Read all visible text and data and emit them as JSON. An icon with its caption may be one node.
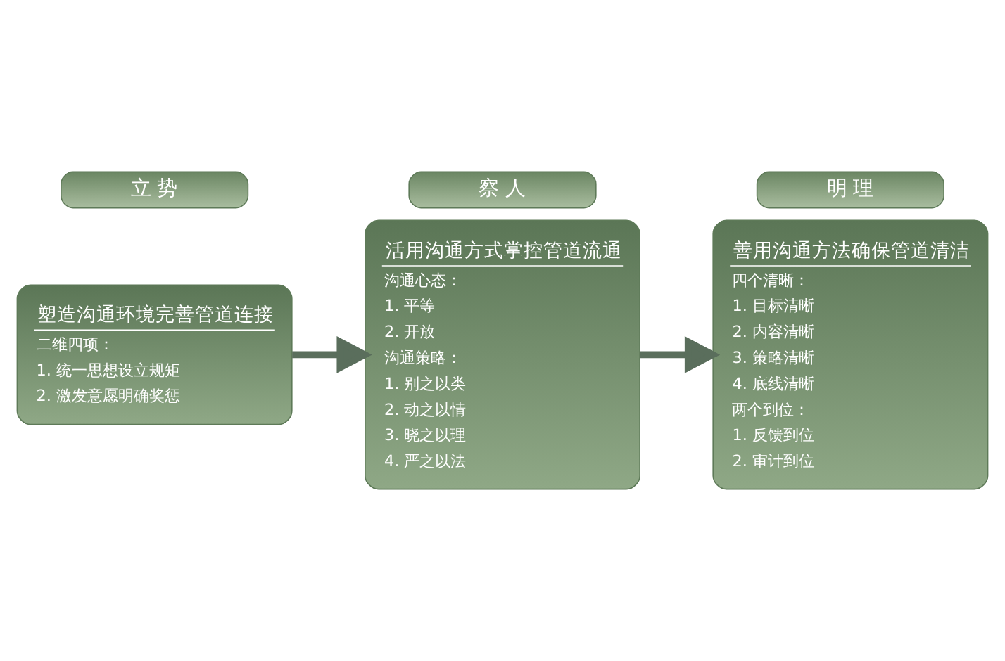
{
  "diagram": {
    "nodes": [
      {
        "text": [
          "立 势"
        ]
      },
      {
        "text": [
          "察 人"
        ]
      },
      {
        "text": [
          "明 理"
        ]
      },
      {
        "text": [
          "塑造沟通环境完善管道连接",
          "二维四项：",
          "1. 统一思想设立规矩",
          "2. 激发意愿明确奖惩"
        ]
      },
      {
        "text": [
          "活用沟通方式掌控管道流通",
          "沟通心态：",
          "1. 平等",
          "2. 开放",
          "沟通策略：",
          "1. 别之以类",
          "2. 动之以情",
          "3. 晓之以理",
          "4. 严之以法"
        ]
      },
      {
        "text": [
          "善用沟通方法确保管道清洁",
          "四个清晰：",
          "1. 目标清晰",
          "2. 内容清晰",
          "3. 策略清晰",
          "4. 底线清晰",
          "两个到位：",
          "1. 反馈到位",
          "2. 审计到位"
        ]
      }
    ],
    "edges": [
      {
        "from": 3,
        "to": 4,
        "arrow": "to"
      },
      {
        "from": 4,
        "to": 5,
        "arrow": "to"
      }
    ]
  }
}
